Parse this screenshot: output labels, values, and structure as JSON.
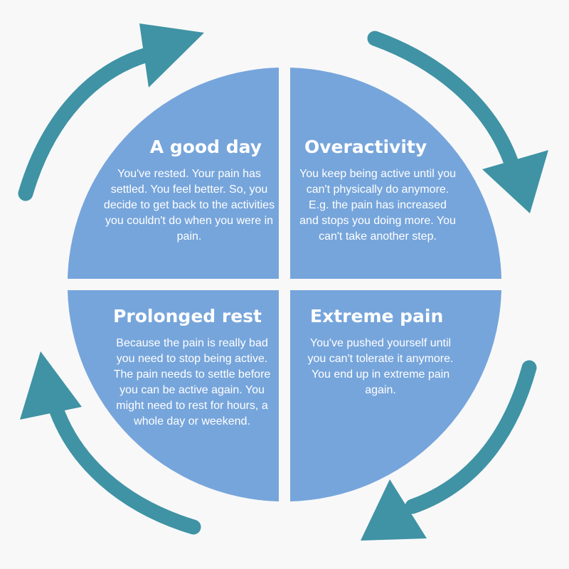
{
  "colors": {
    "background": "#f8f8f9",
    "quadrant_fill": "#76a5db",
    "arrow": "#3f93a4",
    "text": "#ffffff"
  },
  "quadrants": [
    {
      "id": "a-good-day",
      "title": "A good day",
      "body": "You've rested. Your pain has settled. You feel better. So, you decide to get back to the activities you couldn't do when you were in pain."
    },
    {
      "id": "overactivity",
      "title": "Overactivity",
      "body": "You keep being active until you can't physically do anymore. E.g. the pain has increased and stops you doing more. You can't take another step."
    },
    {
      "id": "prolonged-rest",
      "title": "Prolonged rest",
      "body": "Because the pain is really bad you need to stop being active. The pain needs to settle before you can be active again. You might need to rest for hours, a whole day or weekend."
    },
    {
      "id": "extreme-pain",
      "title": "Extreme pain",
      "body": "You've pushed yourself until you can't tolerate it anymore. You end up in extreme pain again."
    }
  ],
  "arrows": [
    {
      "name": "arrow-top-left-icon",
      "icon": "curved-arrow"
    },
    {
      "name": "arrow-top-right-icon",
      "icon": "curved-arrow"
    },
    {
      "name": "arrow-bottom-right-icon",
      "icon": "curved-arrow"
    },
    {
      "name": "arrow-bottom-left-icon",
      "icon": "curved-arrow"
    }
  ]
}
